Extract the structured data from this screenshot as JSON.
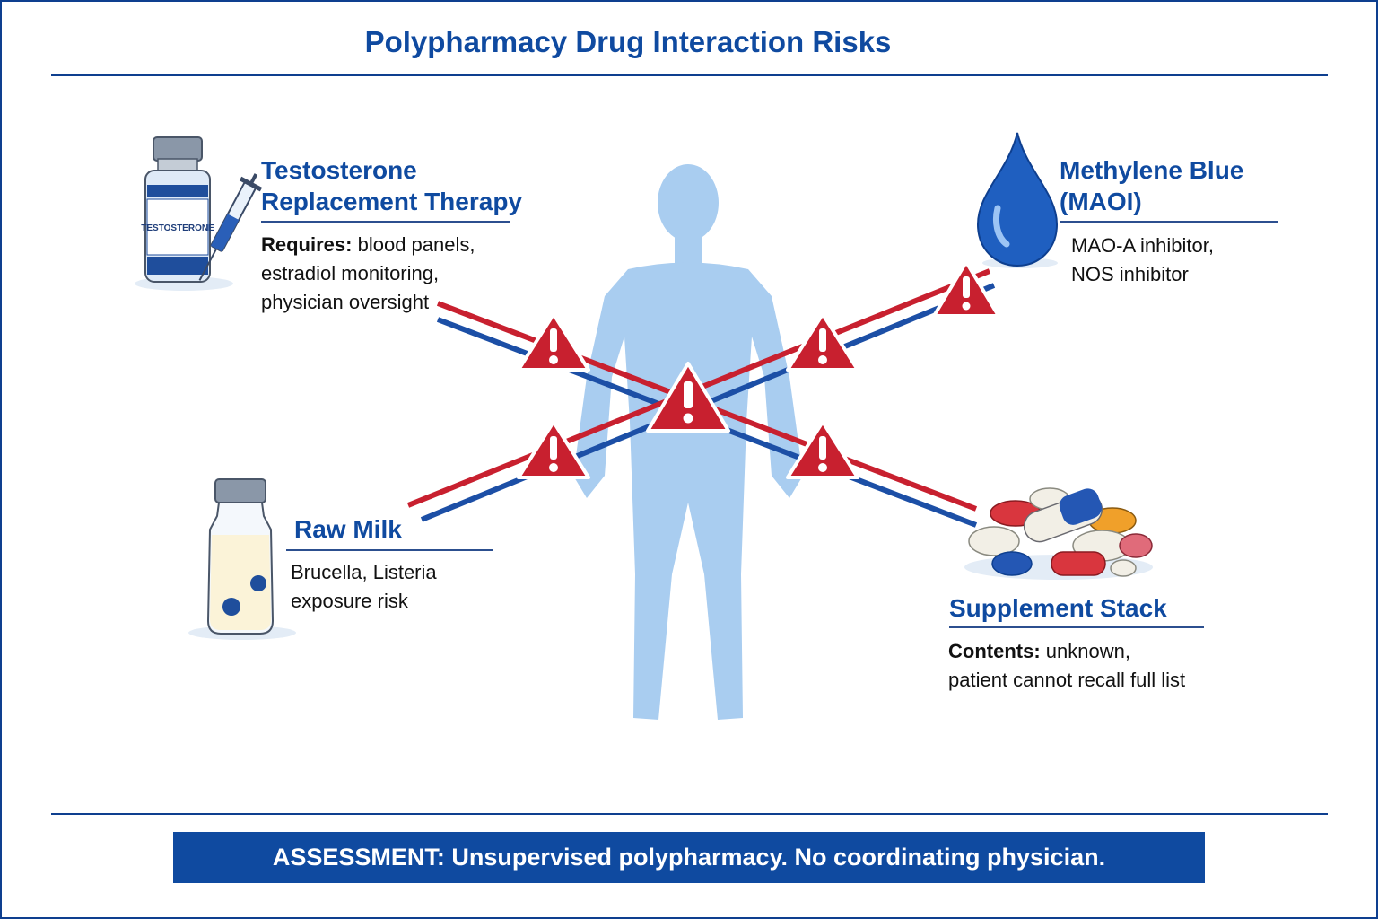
{
  "title": "Polypharmacy Drug Interaction Risks",
  "colors": {
    "brand_blue": "#0f4aa0",
    "warning_red": "#c8202f",
    "body_blue": "#a9cdf0"
  },
  "nodes": {
    "trt": {
      "heading_line1": "Testosterone",
      "heading_line2": "Replacement Therapy",
      "label_prefix": "Requires:",
      "desc_line1": " blood panels,",
      "desc_line2": "estradiol monitoring,",
      "desc_line3": "physician oversight",
      "icon": "testosterone-vial-icon",
      "vial_label": "TESTOSTERONE"
    },
    "methylene_blue": {
      "heading_line1": "Methylene Blue",
      "heading_line2": "(MAOI)",
      "desc_line1": "MAO-A inhibitor,",
      "desc_line2": "NOS inhibitor",
      "icon": "blue-droplet-icon"
    },
    "raw_milk": {
      "heading": "Raw Milk",
      "desc_line1": "Brucella, Listeria",
      "desc_line2": "exposure risk",
      "icon": "milk-bottle-icon"
    },
    "supplements": {
      "heading": "Supplement Stack",
      "label_prefix": "Contents:",
      "desc_line1": " unknown,",
      "desc_line2": "patient cannot recall full list",
      "icon": "pills-pile-icon"
    }
  },
  "warnings": {
    "icon": "warning-triangle-icon",
    "count": 6
  },
  "assessment": "ASSESSMENT: Unsupervised polypharmacy.  No coordinating physician."
}
